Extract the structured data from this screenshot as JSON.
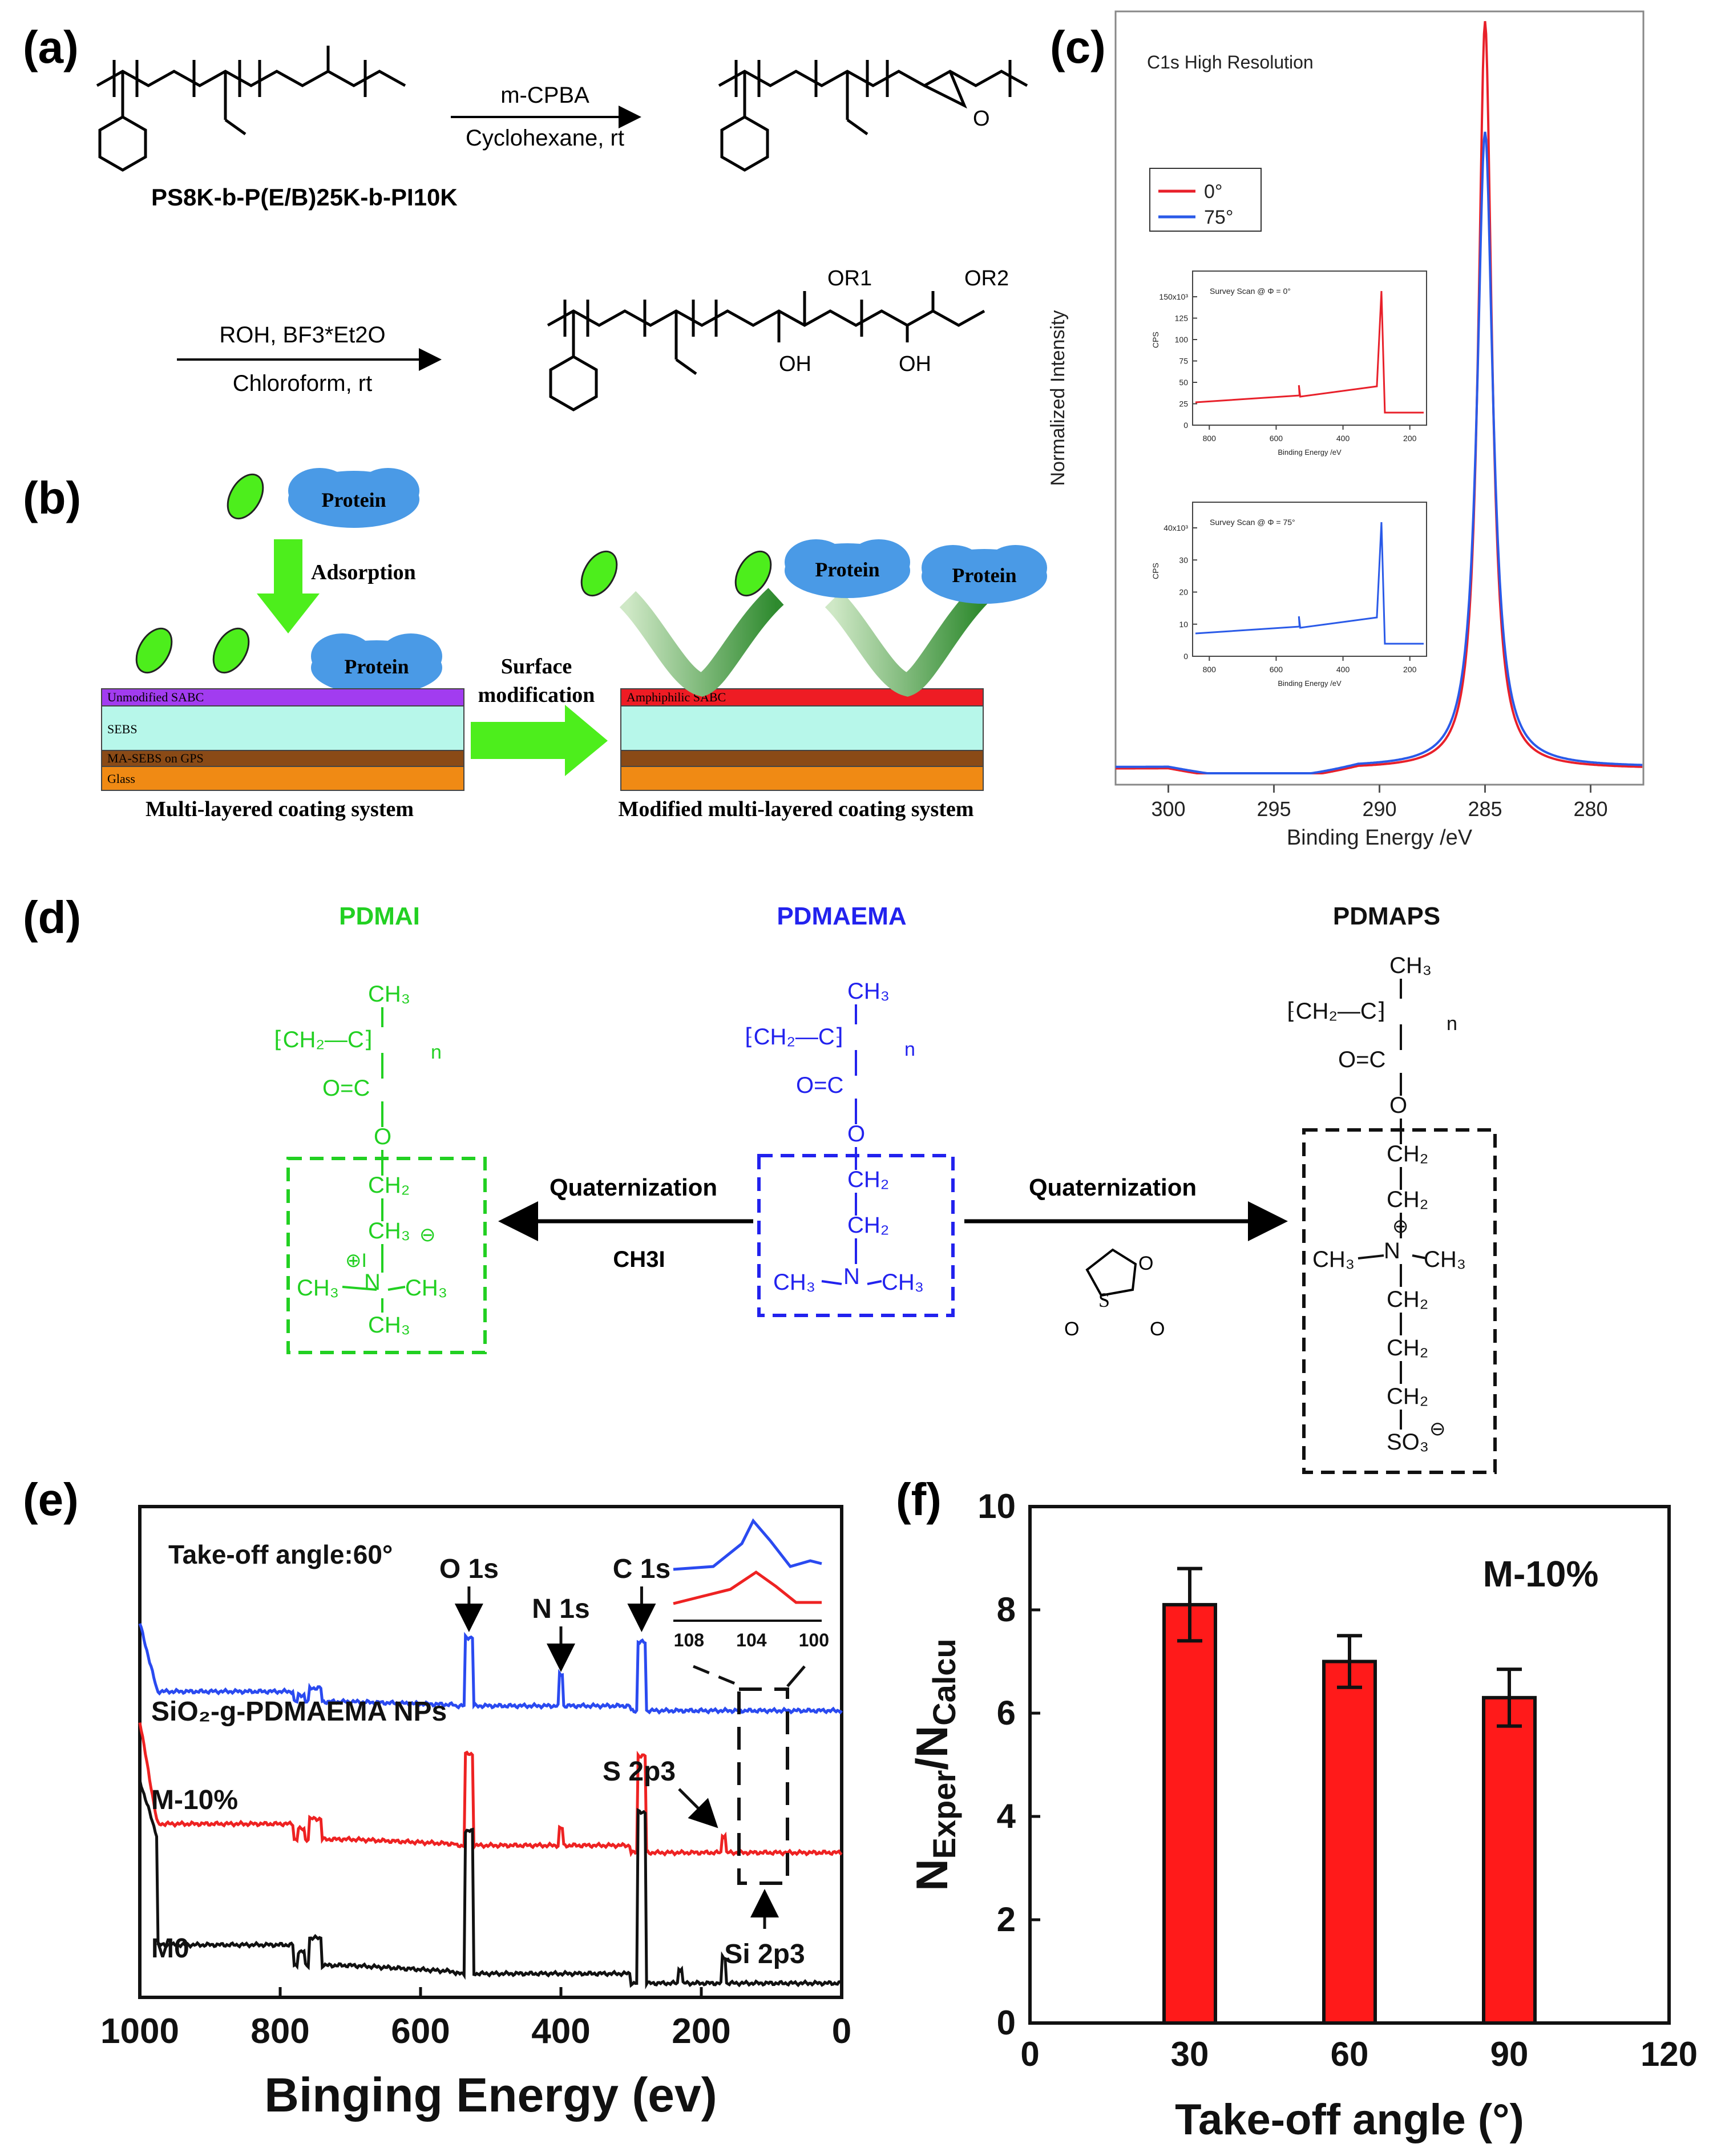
{
  "panels": {
    "a": "(a)",
    "b": "(b)",
    "c": "(c)",
    "d": "(d)",
    "e": "(e)",
    "f": "(f)"
  },
  "a": {
    "polymer": "PS8K-b-P(E/B)25K-b-PI10K",
    "reagent1": "m-CPBA",
    "cond1": "Cyclohexane, rt",
    "reagent2": "ROH, BF3*Et2O",
    "cond2": "Chloroform, rt",
    "or1": "OR1",
    "or2": "OR2",
    "oh": "OH",
    "o": "O"
  },
  "b": {
    "protein": "Protein",
    "adsorption": "Adsorption",
    "surface_mod_1": "Surface",
    "surface_mod_2": "modification",
    "layers_left": [
      "Unmodified SABC",
      "SEBS",
      "MA-SEBS on GPS",
      "Glass"
    ],
    "layer_right_top": "Amphiphilic SABC",
    "caption_left": "Multi-layered coating system",
    "caption_right": "Modified multi-layered coating system",
    "colors": {
      "purple": "#a23cf0",
      "cyan": "#b7f7ea",
      "brown": "#8a4a16",
      "orange": "#f08a14",
      "red": "#ee1c24",
      "green": "#4dee1c",
      "cloud": "#4a9ae6"
    }
  },
  "d": {
    "pdmai": "PDMAI",
    "pdmaema": "PDMAEMA",
    "pdmaps": "PDMAPS",
    "quaternization": "Quaternization",
    "ch3i": "CH3I",
    "colors": {
      "green": "#22d022",
      "blue": "#2222ee",
      "black": "#111111"
    }
  },
  "chart_data": [
    {
      "type": "line",
      "panel": "c",
      "title": "C1s High Resolution",
      "xlabel": "Binding Energy /eV",
      "ylabel": "Normalized Intensity",
      "xlim": [
        302.5,
        277.5
      ],
      "ylim": [
        0,
        1.0
      ],
      "xticks": [
        300,
        295,
        290,
        285,
        280
      ],
      "legend_placement": "top-left",
      "series": [
        {
          "name": "0°",
          "color": "#e8202a",
          "peak_x": 285,
          "peak_y": 1.0,
          "width": 0.38,
          "baseline": 0.006
        },
        {
          "name": "75°",
          "color": "#2a5ae8",
          "peak_x": 285,
          "peak_y": 0.85,
          "width": 0.45,
          "baseline": 0.008
        }
      ],
      "insets": [
        {
          "title": "Survey Scan @ Φ = 0°",
          "ylabel": "CPS",
          "yticks_label": "150x10³",
          "yticks": [
            0,
            25,
            50,
            75,
            100,
            125,
            150
          ],
          "xlabel": "Binding Energy /eV",
          "xticks": [
            800,
            600,
            400,
            200
          ],
          "color": "#e8202a"
        },
        {
          "title": "Survey Scan @ Φ = 75°",
          "ylabel": "CPS",
          "yticks_label": "40x10³",
          "yticks": [
            0,
            10,
            20,
            30,
            40
          ],
          "xlabel": "Binding Energy /eV",
          "xticks": [
            800,
            600,
            400,
            200
          ],
          "color": "#2a5ae8"
        }
      ]
    },
    {
      "type": "line",
      "panel": "e",
      "title": "Take-off angle:60°",
      "xlabel": "Binging Energy (ev)",
      "xlim": [
        1000,
        0
      ],
      "xticks": [
        1000,
        800,
        600,
        400,
        200,
        0
      ],
      "annotations": [
        "O 1s",
        "N 1s",
        "C 1s",
        "S 2p3",
        "Si 2p3"
      ],
      "inset_xticks": [
        108,
        104,
        100
      ],
      "series": [
        {
          "name": "SiO2-g-PDMAEMA NPs",
          "color": "#2a4af0"
        },
        {
          "name": "M-10%",
          "color": "#ee2222"
        },
        {
          "name": "M0",
          "color": "#111111"
        }
      ]
    },
    {
      "type": "bar",
      "panel": "f",
      "annotation": "M-10%",
      "xlabel": "Take-off angle (°)",
      "ylabel": "NExper/NCalcu",
      "x": [
        30,
        60,
        90
      ],
      "values": [
        8.1,
        7.0,
        6.3
      ],
      "errors": [
        0.7,
        0.5,
        0.55
      ],
      "xlim": [
        0,
        120
      ],
      "ylim": [
        0,
        10
      ],
      "xticks": [
        0,
        30,
        60,
        90,
        120
      ],
      "yticks": [
        0,
        2,
        4,
        6,
        8,
        10
      ],
      "color": "#ff1a1a"
    }
  ]
}
